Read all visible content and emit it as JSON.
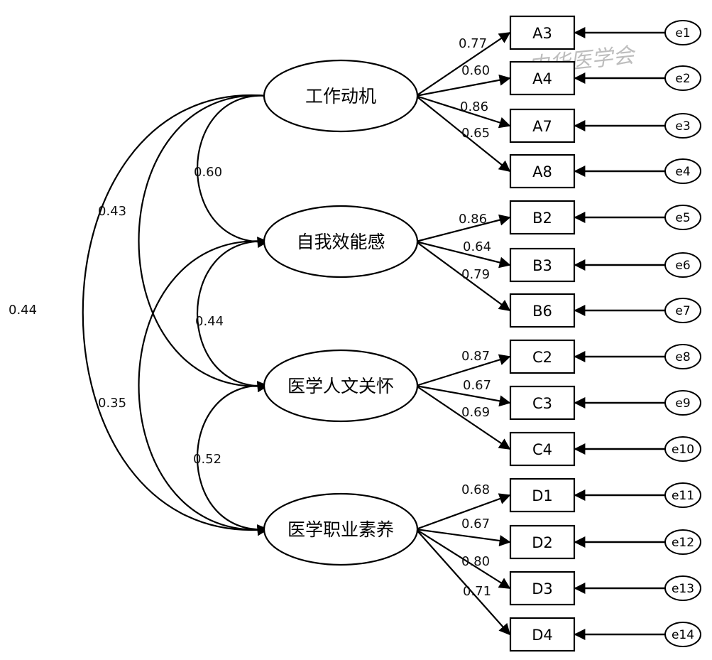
{
  "watermark": "中华医学会",
  "factors": [
    {
      "label": "工作动机",
      "indicators": [
        {
          "name": "A3",
          "error": "e1",
          "loading": "0.77"
        },
        {
          "name": "A4",
          "error": "e2",
          "loading": "0.60"
        },
        {
          "name": "A7",
          "error": "e3",
          "loading": "0.86"
        },
        {
          "name": "A8",
          "error": "e4",
          "loading": "0.65"
        }
      ]
    },
    {
      "label": "自我效能感",
      "indicators": [
        {
          "name": "B2",
          "error": "e5",
          "loading": "0.86"
        },
        {
          "name": "B3",
          "error": "e6",
          "loading": "0.64"
        },
        {
          "name": "B6",
          "error": "e7",
          "loading": "0.79"
        }
      ]
    },
    {
      "label": "医学人文关怀",
      "indicators": [
        {
          "name": "C2",
          "error": "e8",
          "loading": "0.87"
        },
        {
          "name": "C3",
          "error": "e9",
          "loading": "0.67"
        },
        {
          "name": "C4",
          "error": "e10",
          "loading": "0.69"
        }
      ]
    },
    {
      "label": "医学职业素养",
      "indicators": [
        {
          "name": "D1",
          "error": "e11",
          "loading": "0.68"
        },
        {
          "name": "D2",
          "error": "e12",
          "loading": "0.67"
        },
        {
          "name": "D3",
          "error": "e13",
          "loading": "0.80"
        },
        {
          "name": "D4",
          "error": "e14",
          "loading": "0.71"
        }
      ]
    }
  ],
  "correlations": [
    {
      "from": 0,
      "to": 1,
      "value": "0.60"
    },
    {
      "from": 1,
      "to": 2,
      "value": "0.44"
    },
    {
      "from": 2,
      "to": 3,
      "value": "0.52"
    },
    {
      "from": 0,
      "to": 2,
      "value": "0.43"
    },
    {
      "from": 1,
      "to": 3,
      "value": "0.35"
    },
    {
      "from": 0,
      "to": 3,
      "value": "0.44"
    }
  ]
}
